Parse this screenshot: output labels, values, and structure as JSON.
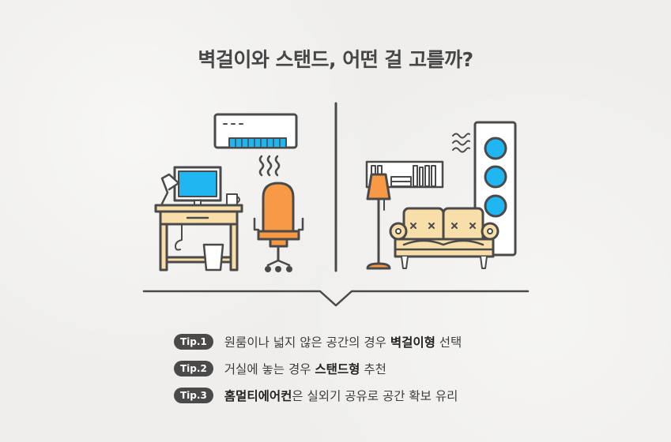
{
  "title": "벽걸이와 스탠드, 어떤 걸 고를까?",
  "illustrations": {
    "left": {
      "label": "wall-mounted air conditioner in a small room with desk",
      "ac_display": "- - -"
    },
    "right": {
      "label": "stand air conditioner in a living room with sofa"
    }
  },
  "colors": {
    "background": "#efeeec",
    "stroke": "#4a4a4a",
    "blue": "#1fb6f2",
    "orange": "#f89a45",
    "wood": "#f8dfa9",
    "badge": "#4a4a4a"
  },
  "tips": [
    {
      "badge": "Tip.1",
      "pre": "원룸이나 넓지 않은 공간의 경우 ",
      "bold": "벽걸이형",
      "post": " 선택"
    },
    {
      "badge": "Tip.2",
      "pre": "거실에 놓는 경우 ",
      "bold": "스탠드형",
      "post": " 추천"
    },
    {
      "badge": "Tip.3",
      "pre": "",
      "bold": "홈멀티에어컨",
      "post": "은 실외기 공유로 공간 확보 유리"
    }
  ]
}
